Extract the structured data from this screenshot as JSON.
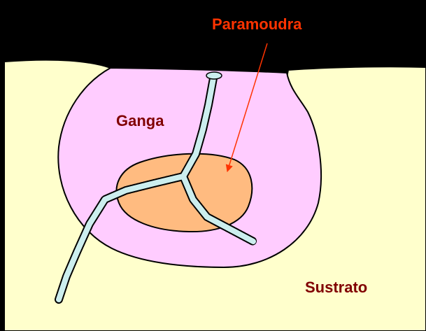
{
  "labels": {
    "paramoudra": "Paramoudra",
    "ganga": "Ganga",
    "sustrato": "Sustrato"
  },
  "colors": {
    "background": "#000000",
    "substrate_fill": "#FFFFCC",
    "ganga_fill": "#FFCCFF",
    "paramoudra_fill": "#FFBB80",
    "burrow_fill": "#CCEEEE",
    "paramoudra_label": "#FF3300",
    "ganga_label": "#800000",
    "sustrato_label": "#800000",
    "arrow": "#FF3300"
  }
}
